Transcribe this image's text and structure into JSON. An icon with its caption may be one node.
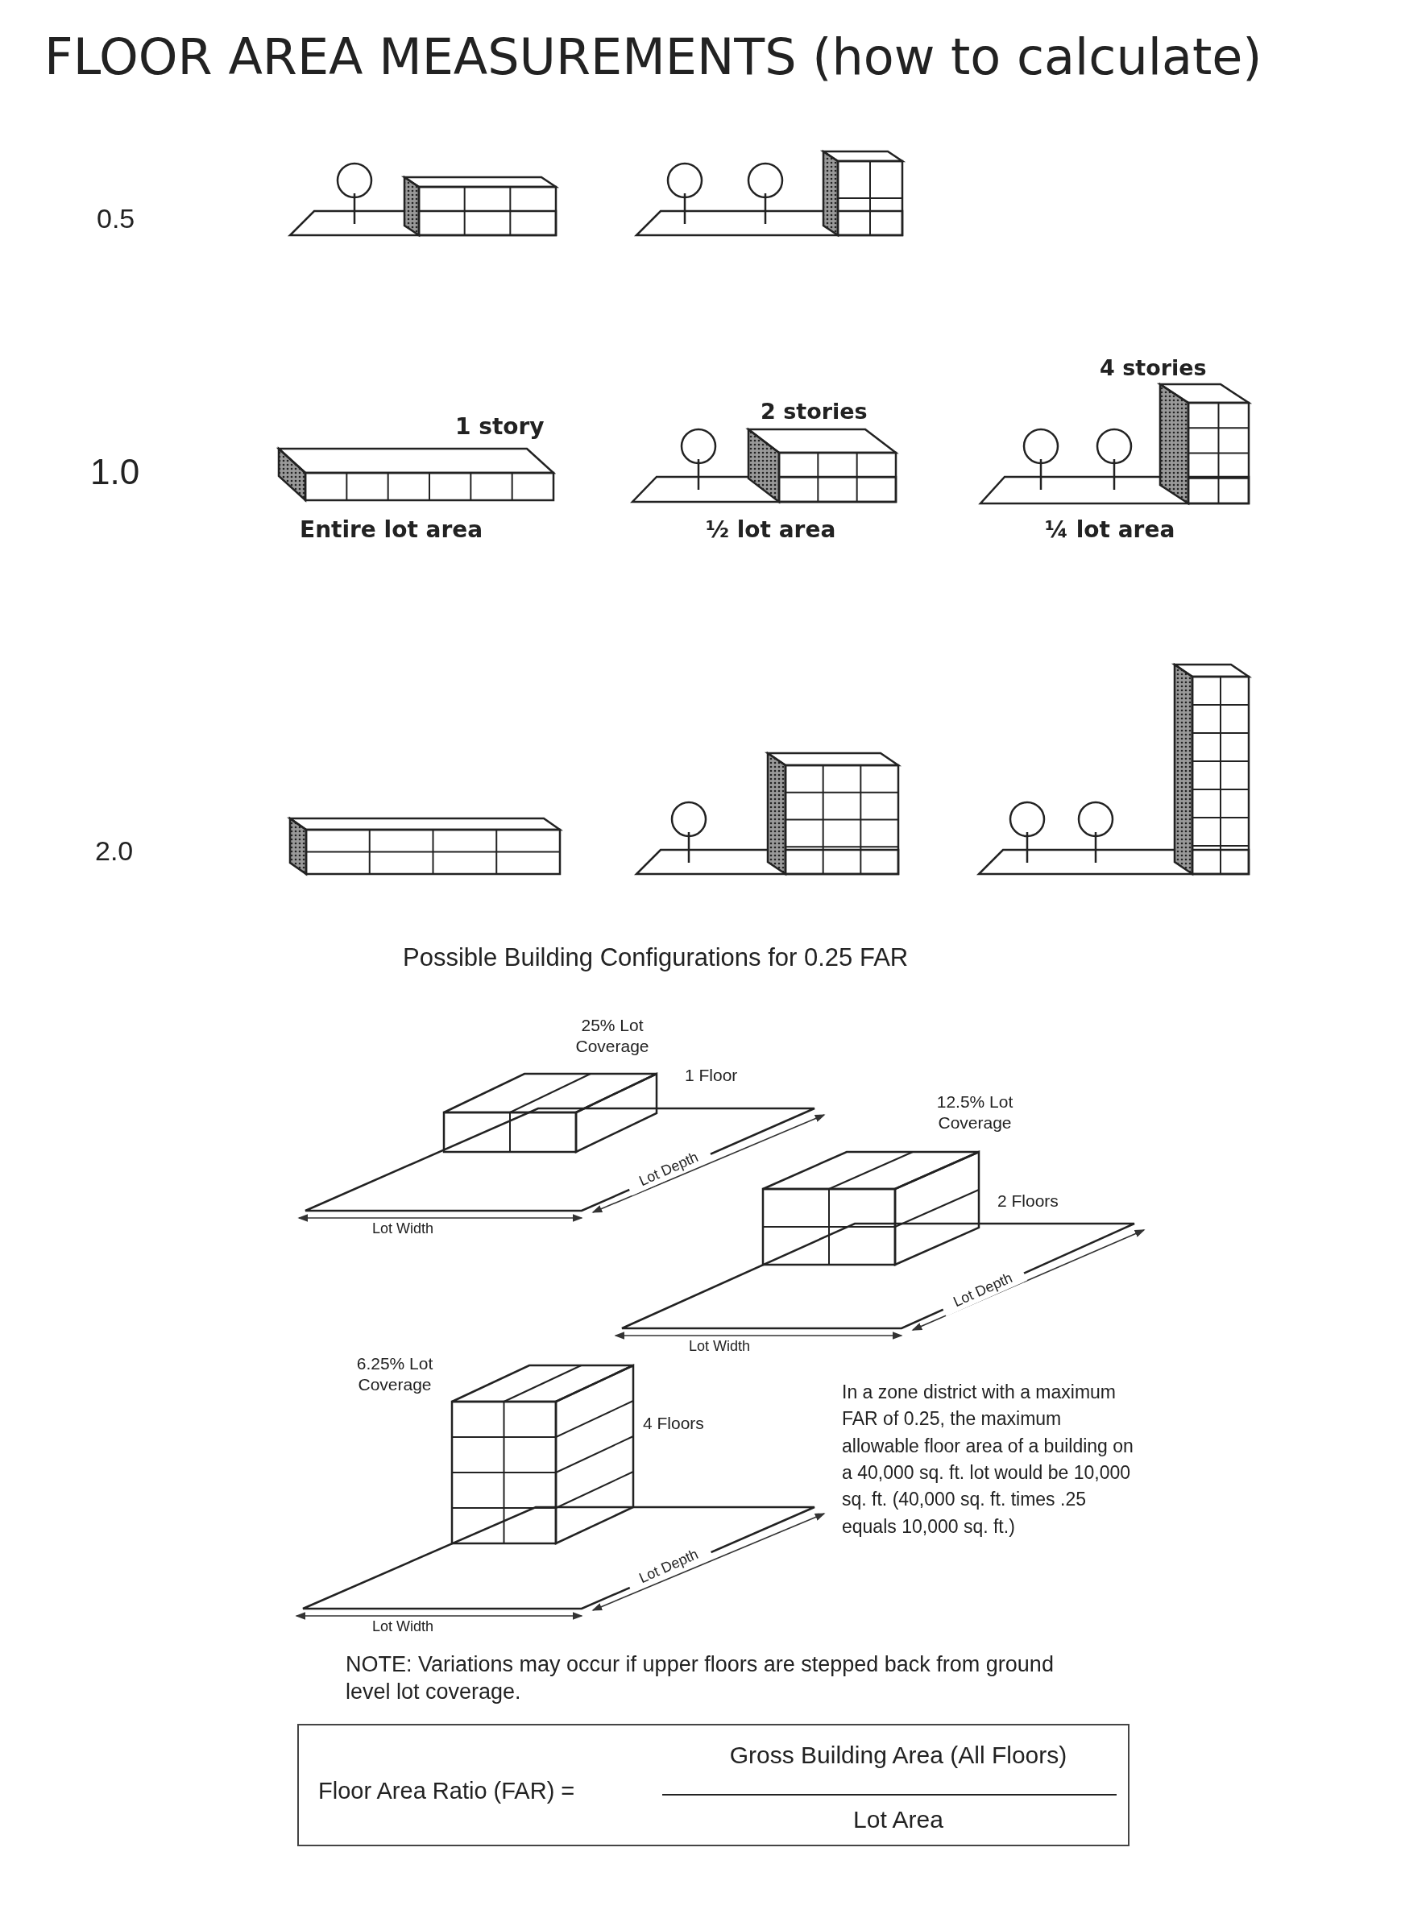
{
  "diagram": {
    "title": "FLOOR AREA MEASUREMENTS (how to calculate)",
    "labels": [
      "0.5",
      "4 stories",
      "2 stories",
      "1 story",
      "1.0",
      "Entire lot area",
      "½ lot area",
      "¼ lot area",
      "2.0",
      "Possible Building Configurations for 0.25 FAR",
      "25% Lot Coverage",
      "1 Floor",
      "12.5% Lot Coverage",
      "Lot Depth",
      "Lot Width",
      "2 Floors",
      "Lot Depth",
      "Lot Width",
      "6.25% Lot Coverage",
      "4 Floors",
      "In a zone district with a maximum FAR of 0.25, the maximum allowable floor area of a building on a 40,000 sq. ft. lot would be 10,000 sq. ft. (40,000 sq. ft. times .25 equals 10,000 sq. ft.)",
      "Lot Depth",
      "Lot Width",
      "NOTE: Variations may occur if upper floors are stepped back from ground level lot coverage.",
      "Gross Building Area (All Floors)",
      "Floor Area Ratio (FAR) =",
      "Lot Area"
    ]
  }
}
